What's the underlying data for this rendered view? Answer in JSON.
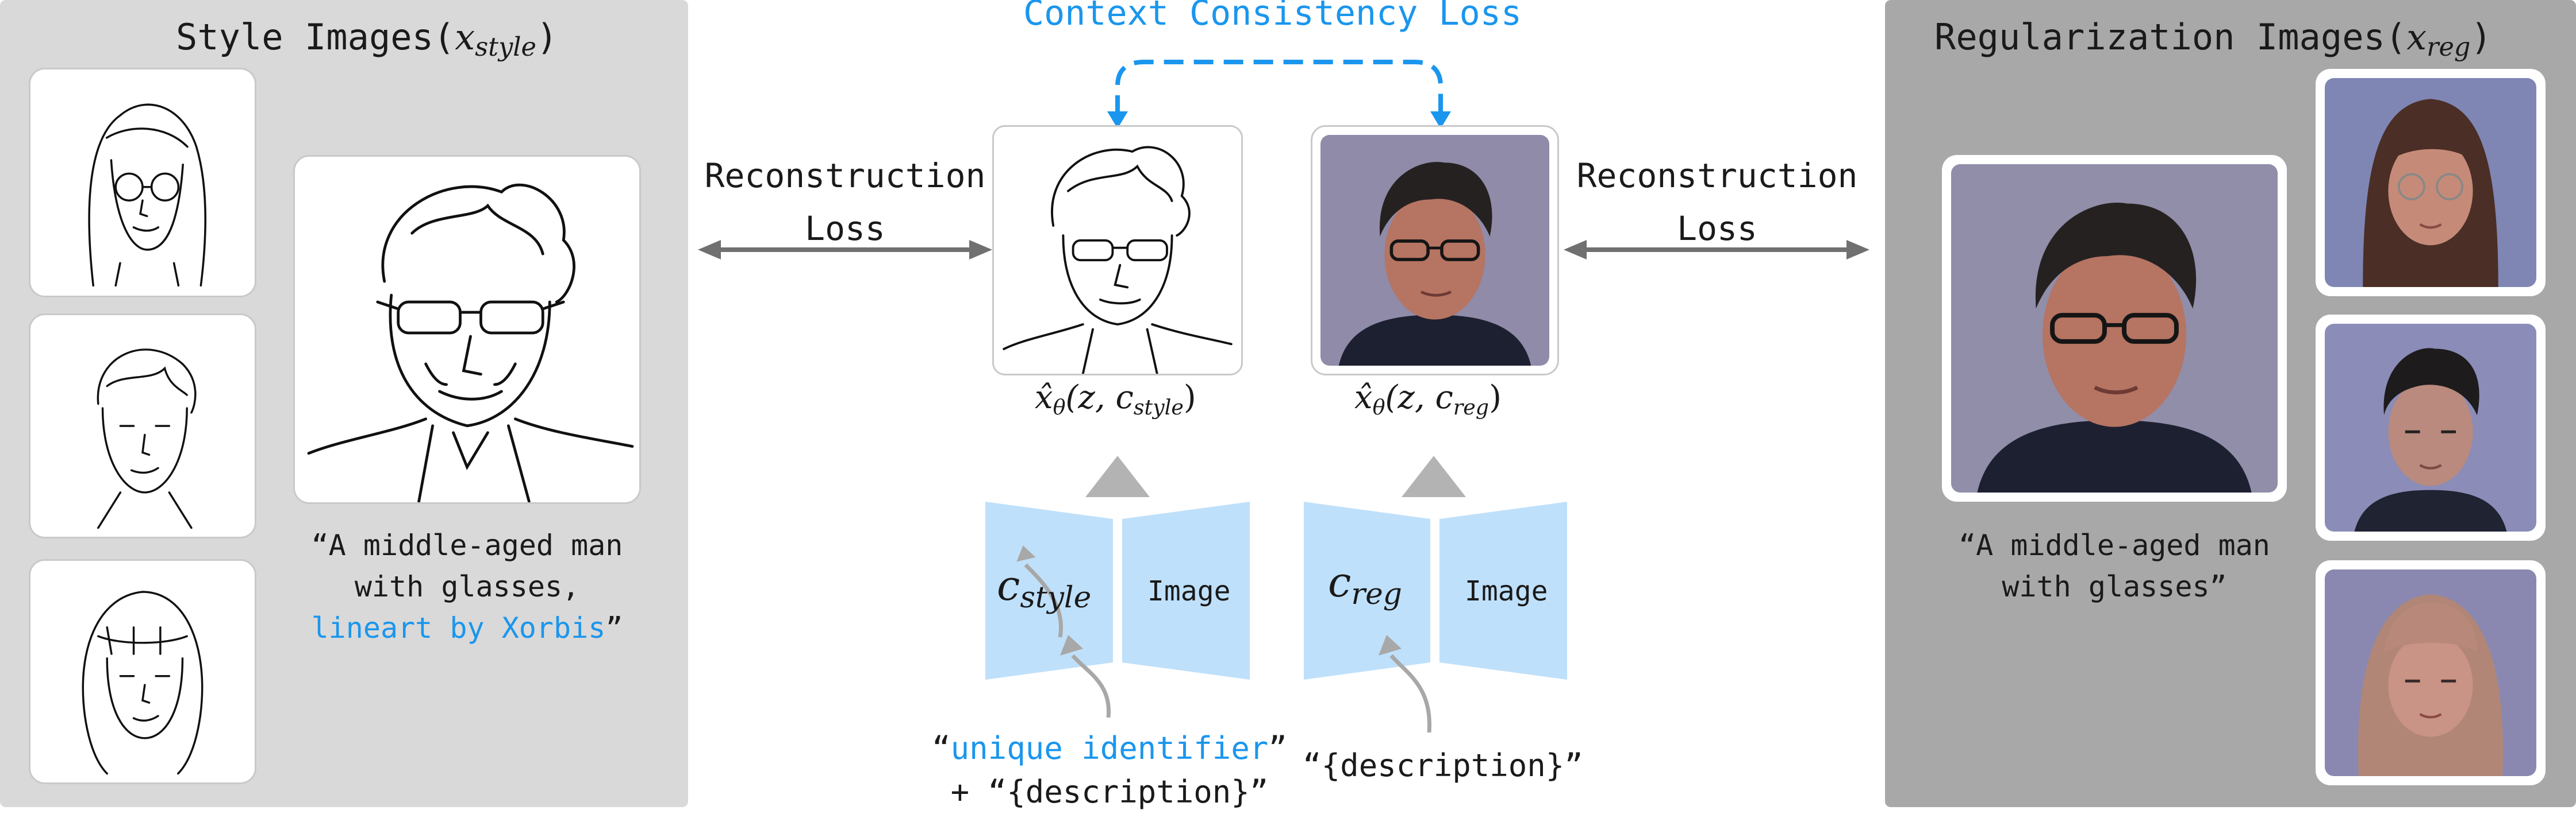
{
  "left_panel": {
    "title_prefix": "Style Images(",
    "title_var": "x",
    "title_sub": "style",
    "title_suffix": ")",
    "caption_line1": "“A middle-aged man",
    "caption_line2": "with glasses,",
    "caption_line3_blue": "lineart by Xorbis",
    "caption_line3_end": "”"
  },
  "right_panel": {
    "title_prefix": "Regularization Images(",
    "title_var": "x",
    "title_sub": "reg",
    "title_suffix": ")",
    "caption_line1": "“A middle-aged man",
    "caption_line2": "with glasses”"
  },
  "center": {
    "context_loss": "Context Consistency Loss",
    "recon_left_line1": "Reconstruction",
    "recon_left_line2": "Loss",
    "recon_right_line1": "Reconstruction",
    "recon_right_line2": "Loss",
    "formula_left_pre": "x̂",
    "formula_left_theta": "θ",
    "formula_left_args": "(z, c",
    "formula_left_sub": "style",
    "formula_left_end": ")",
    "formula_right_pre": "x̂",
    "formula_right_theta": "θ",
    "formula_right_args": "(z, c",
    "formula_right_sub": "reg",
    "formula_right_end": ")",
    "encoder_left_var": "c",
    "encoder_left_sub": "style",
    "encoder_left_image": "Image",
    "encoder_right_var": "c",
    "encoder_right_sub": "reg",
    "encoder_right_image": "Image",
    "prompt_left_open": "“",
    "prompt_left_blue": "unique identifier",
    "prompt_left_close": "”",
    "prompt_left_line2": "+ “{description}”",
    "prompt_right": "“{description}”"
  },
  "colors": {
    "accent_blue": "#1a96ee",
    "encoder_fill": "#bfe0fa",
    "arrow_gray": "#707070",
    "left_panel_bg": "#d9d9d9",
    "right_panel_bg": "#a8a8a8"
  }
}
